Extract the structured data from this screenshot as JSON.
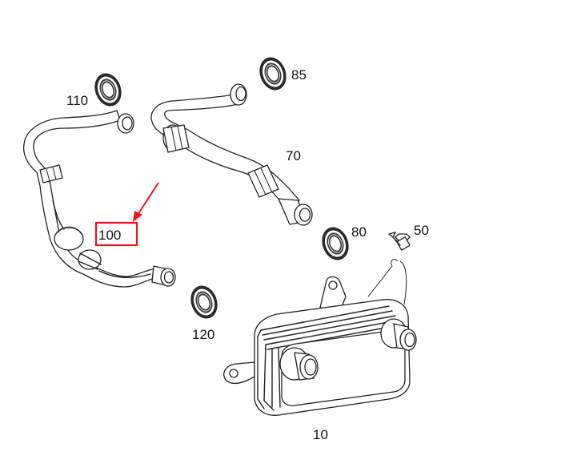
{
  "callouts": {
    "c10": "10",
    "c50": "50",
    "c70": "70",
    "c80": "80",
    "c85": "85",
    "c100": "100",
    "c110": "110",
    "c120": "120"
  },
  "highlight": {
    "label": "100",
    "color": "#e8161b"
  }
}
